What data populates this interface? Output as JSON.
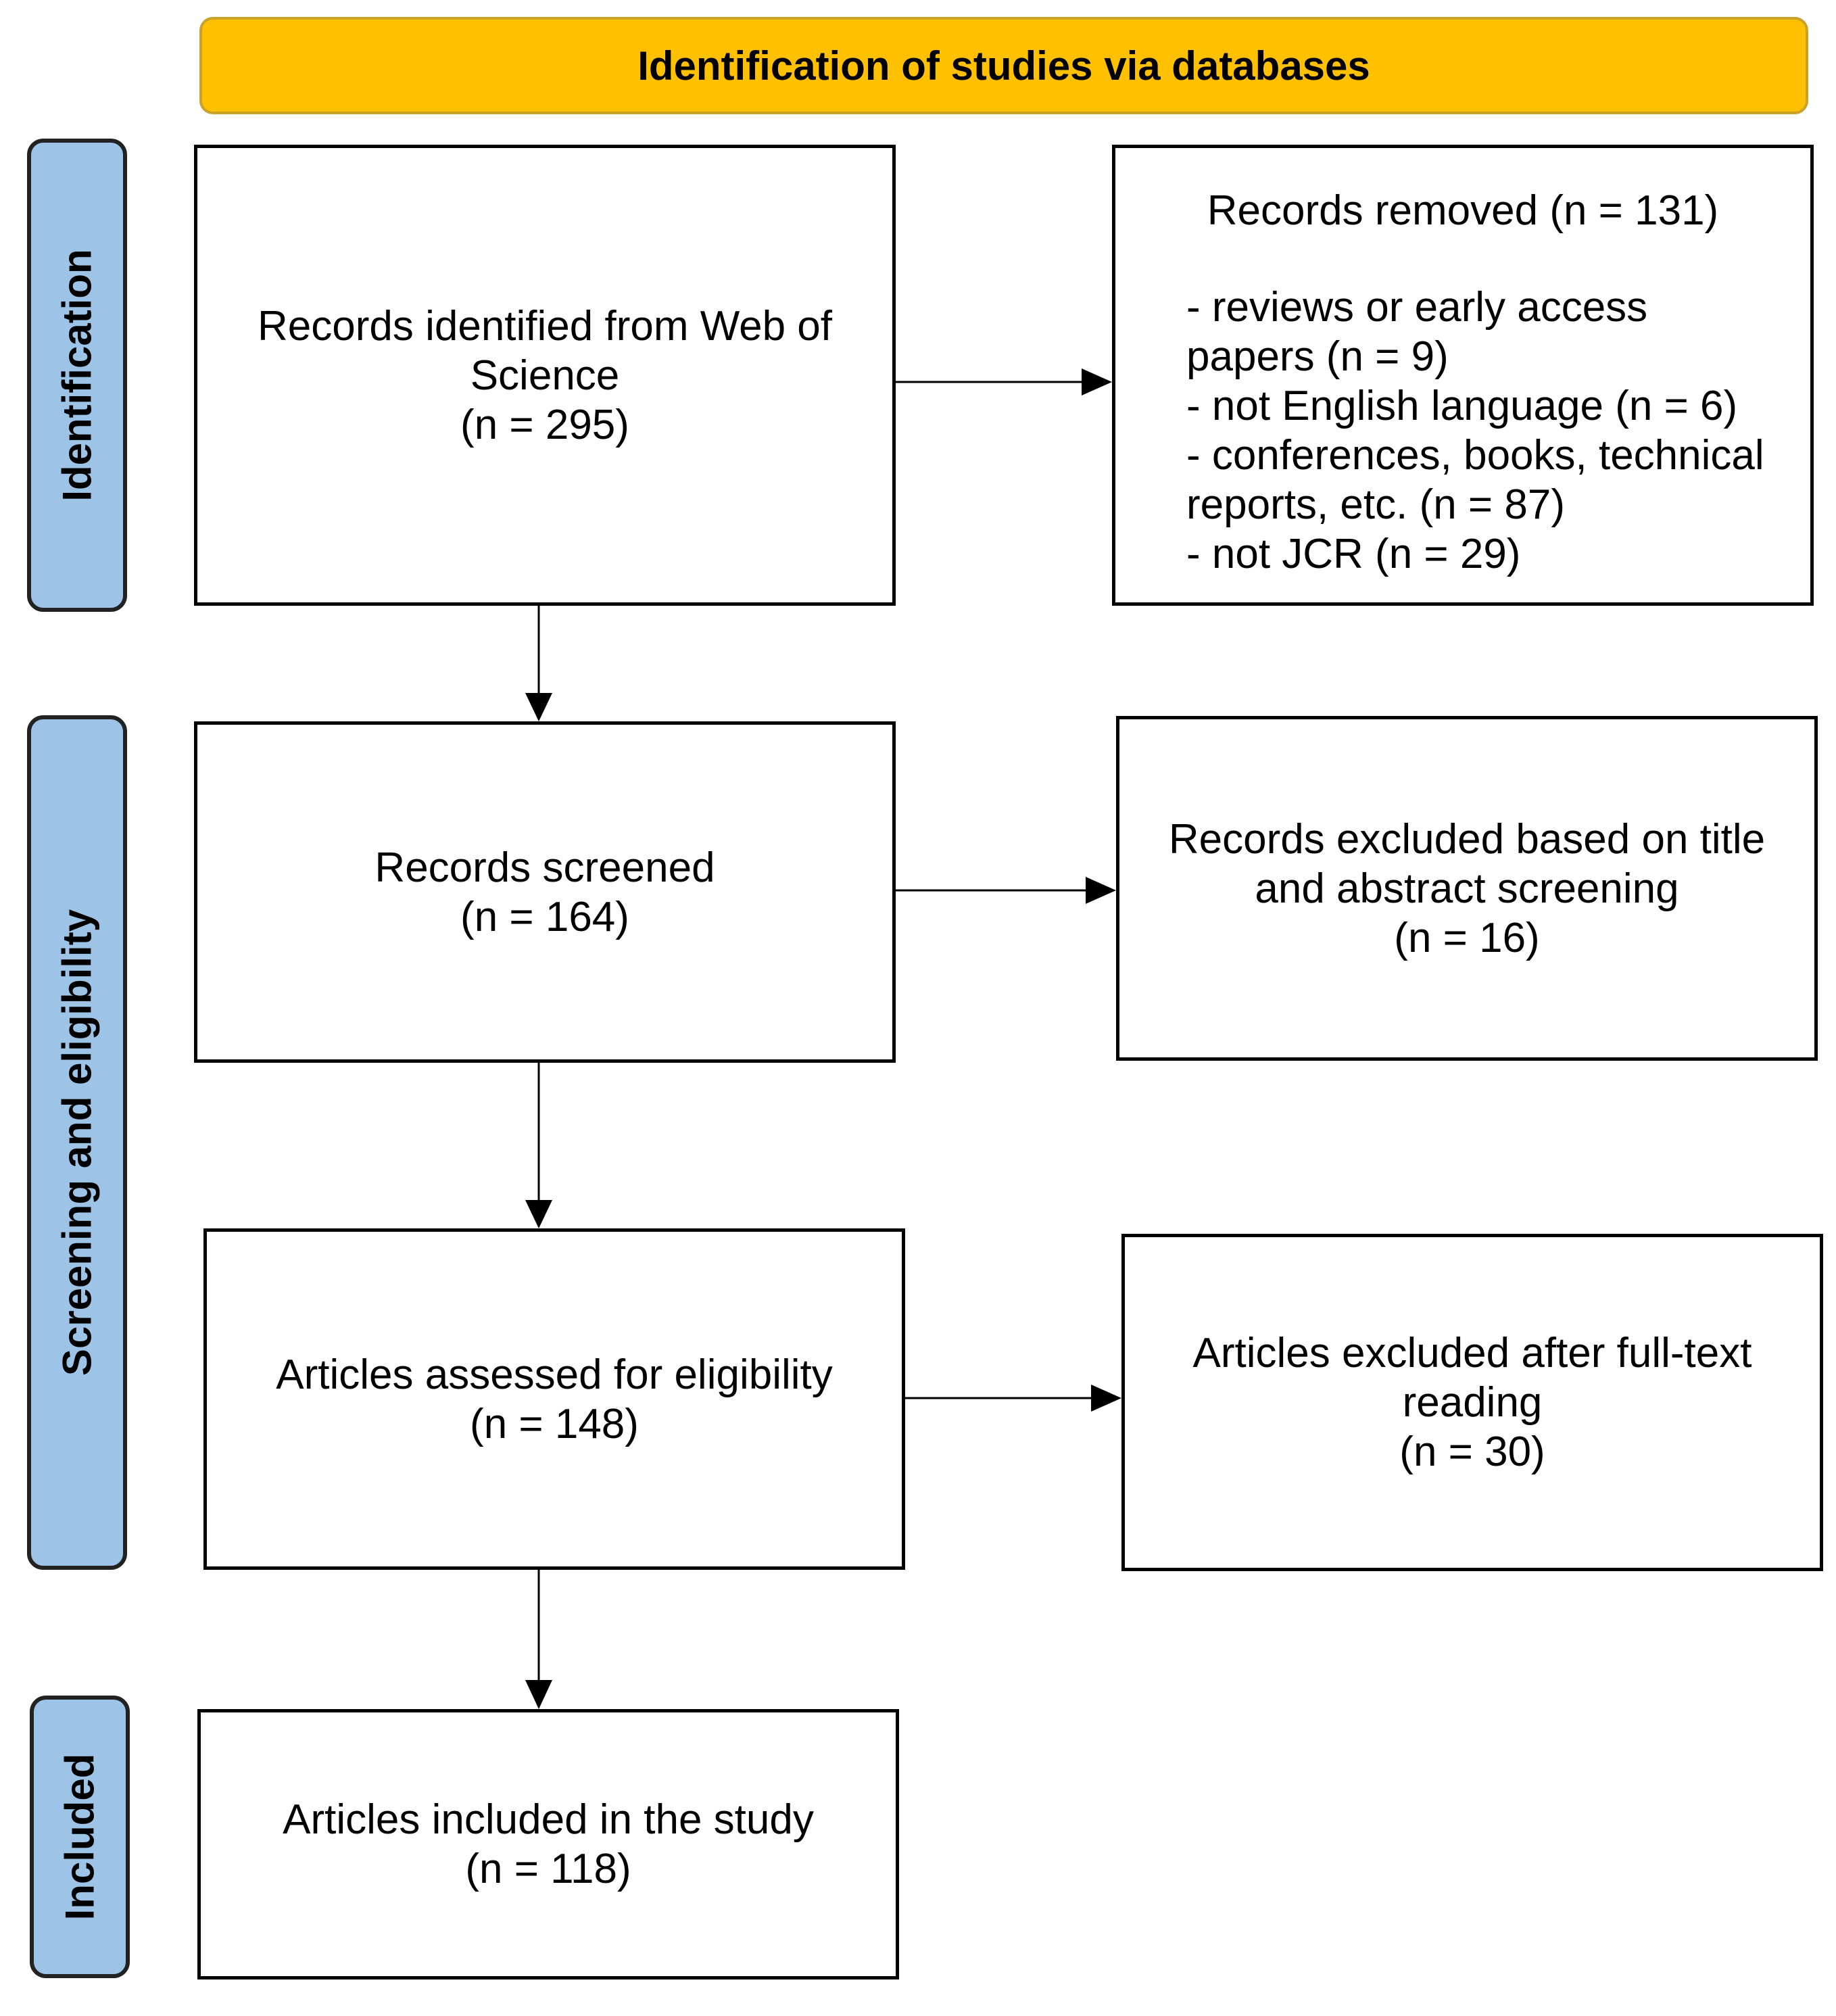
{
  "header": {
    "title": "Identification of studies via databases"
  },
  "phases": [
    {
      "label": "Identification"
    },
    {
      "label": "Screening and eligibility"
    },
    {
      "label": "Included"
    }
  ],
  "boxes": {
    "identified": {
      "line1": "Records identified from Web of",
      "line2": "Science",
      "count": "(n = 295)"
    },
    "removed": {
      "title": "Records removed (n = 131)",
      "items": [
        "- reviews or early access",
        "papers (n = 9)",
        "- not English language (n = 6)",
        "- conferences, books, technical",
        "reports, etc. (n = 87)",
        "- not JCR (n = 29)"
      ]
    },
    "screened": {
      "line1": "Records screened",
      "count": "(n = 164)"
    },
    "excluded_title": {
      "line1": "Records excluded based on title",
      "line2": "and abstract screening",
      "count": "(n = 16)"
    },
    "assessed": {
      "line1": "Articles assessed for eligibility",
      "count": "(n = 148)"
    },
    "excluded_fulltext": {
      "line1": "Articles excluded after full-text",
      "line2": "reading",
      "count": "(n = 30)"
    },
    "included": {
      "line1": "Articles included in the study",
      "count": "(n = 118)"
    }
  }
}
